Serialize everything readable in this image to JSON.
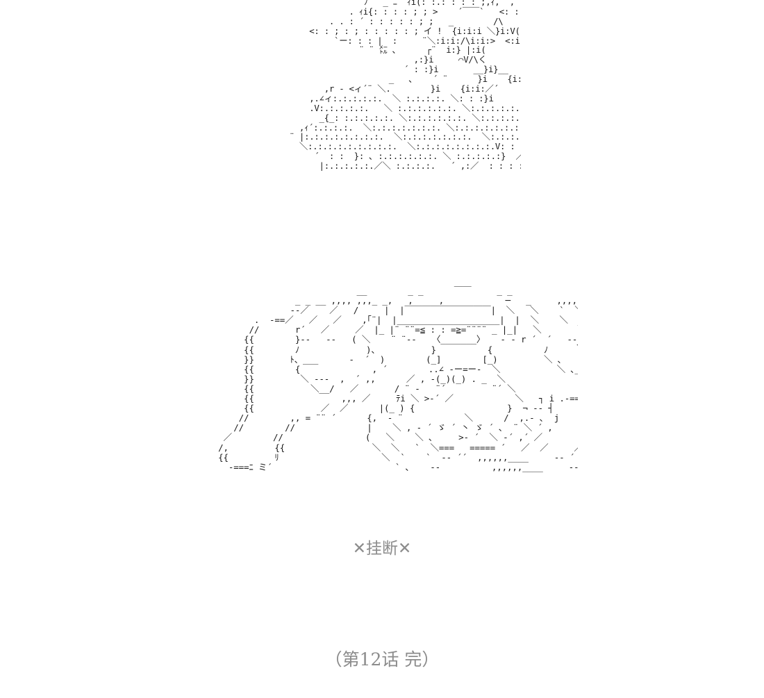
{
  "art": {
    "top": "                         ﾉ   _ ﾆ  ｨi(: :.: : : : ;,ｨ,  ,    ,\n                      . ｨi{: : : : ; ; >    ´￣￣`   <: : ; : : }iﾄ .\n                  . . : ´ : : : : : ; ;   _        /\\          /\\   _ _    ` : : :\n              <: : ; : ; : : : : : ; イ !  {i:i:i ＼}i:V(     }Vi:{／ :i:i:i}   ＼: :\n                   `ー: : : |  :     ¨＼:i:i:/\\i:i:>  <:i:i/\\:i:i:／¨      ;   }: :\n                        ¨ ¨ ㍍ ､      ┌¨  i:} |:i(       )i:| {i: ¨┐       ノ¨¨\n                                   ,:}i     ⌒V/\\く       >/\\V⌒     j(\n                                 ´ : :}i       __}i}__          __{i{__       j(:\n                              _   ､    ´ ¨      }i    {i:i: ／ ¨     ,||_     ¨ ＼:i:i}   j{: : ≧\n                 ,r - <ィ´¨ ＼.        }i    {i:i:／´      ,ﾊ.           ＼:i:i}   j{: : : ≧\n              ,.∠ィ:.:.:.:.:.  ＼ :.:.:.:. ＼: : :}i                   }i:i:i{       ___      j{ : : : :\n              .V:.:.:.:.:.   ＼ :.:.:.:.:.:. ＼:.:.:.:.:. ＼       V     }く    V           ／: : : : :\n                _{_: :.:.:.:.:. ＼:.:.:.:.:.:. ＼:.:.:.:.:.:.7   }iﾄ      V       ,.ｨi [   {>ｰ-- : _\n            ,ｨ´:.:.:.:.  ＼:.:.:.:.:.:.:. ＼:.:.:.:.:.:.:.:.:. ＼:.:.:}ー r-  ≧==≦…rー  ´´     ／  /\n          ¨ |:.:.:.:.:.:.:.:.  ＼:.:.:.:.:.:.:.  ＼:.:.:.:.:.:.:.:}:.八   /\\    ＼     ／   /\\       ´      /:\n            ＼:.:.:.:.:.:.:.:.:.  ＼:.:.:.:.:.:.:.:.V: : : /´: : ./   /             ./    i        ／  {: :\n               ´  : :  }: ､ :.:.:.:.:.:. ＼ :.:.:.:.:}  ／{_. :.ｨ  /   /                 /      |           ∧ :\n                |:.:.:.:.:.／＼ :.:.:.:.   ´ ,:／  : : : : ﾄ.                      /  _|_ ,   ¨ーr≦",
    "phone": "                              __        _ _      ￣￣     _ _\n                  _ _ __ ,,,, ,,,_ _,   ,     ,            ─   _     ,,,,¨. _\n                 --／    ／   /     |  |￣￣￣￣￣￣￣￣￣￣|  ＼   ＼    `  ＼\n          .  -==／   ／   ／    ,｢¨|  |____________________|  |  ＼    ＼     ＼\n         //       r´   ／     ／  |_ |¨ ¨¨=≦ : : =≧=¨¨¨¨ _ |_|   ＼       ＼___ ＼\n        {{        }--   --   ( ＼    ¨ ¨--   〈_______〉   - - r ´  ´   --     --{\n        {{        ﾉ             )、          }          {          ﾉ     ｀ -   ,,,,___ﾉ\n        }}       ﾄ、___      -  ´  )        (_]        [_)         ＼ ､        ,  |\n        {{        {              , ´        ..∠ -ー=ー-  ＼           ＼ ､_ _ _ _ _ _ ,ﾉ\n        }}         ＼ ---  ,  ´ ,,      ／ , -(_)(_) . _  ＼\n        {{           ＼__/   ／       / ¨ -   ¨´         ¨´ ＼            ¦\n        {{                 ,,, ／     ﾃi ＼ >-´ ／            ＼   ┐ i .-===========\n        {{             ／  ／      |(_ ) {                  }  ¬ -- ┤     ＼\n       //        ,, = ¨¨ ´      {,  ‐ ¨            ＼      /  ,.- ､  j      ＼\n      //        //              |    ＼ , - ´ ゞ ´ 丶 ゞ ´ ､  ¨ ＼ ´ ,      |\n    ／        //                (   ＼    ＼ ､     >- ´  ＼ -´ ,´ ／       ,, )\n   /,         {{                 ＼  ＼   `  ＼===   ===== ´   ／  ／     ／\n   {{         ﾘ                    ＼  `    `  -- ´´  ,,,,,,____     -- ´   ,´\n     -===ﾆ ミ´                        ` ､    --          ,,,,,,____     --   ,´"
  },
  "captions": {
    "hangup": "✕挂断✕",
    "chapter_end": "（第12话 完）"
  }
}
